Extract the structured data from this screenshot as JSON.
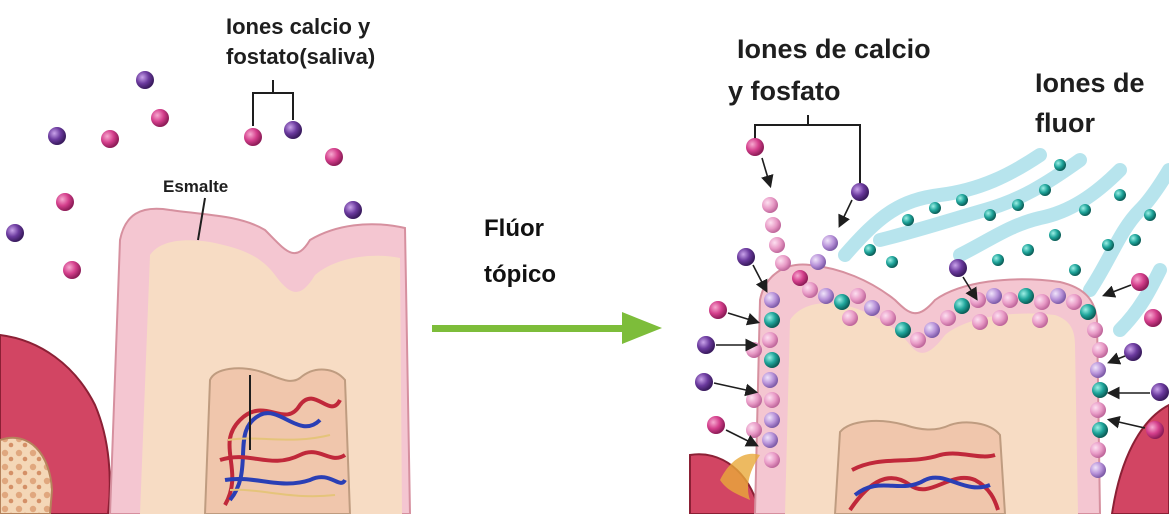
{
  "left_panel": {
    "ions_label_line1": "Iones calcio y",
    "ions_label_line2": "fostato(saliva)",
    "enamel_label": "Esmalte"
  },
  "center": {
    "label_line1": "Flúor",
    "label_line2": "tópico"
  },
  "right_panel": {
    "ions_label_line1": "Iones de calcio",
    "ions_label_line2": "y fosfato",
    "fluor_label_line1": "Iones de",
    "fluor_label_line2": "fluor"
  },
  "colors": {
    "calcium_ion": "#cc3f8a",
    "phosphate_ion": "#6a3a9a",
    "fluoride_ion": "#1fa59b",
    "enamel": "#f2b8c8",
    "dentin": "#f7dcc4",
    "gum": "#d13a5a",
    "arrow": "#7dbd3a"
  }
}
